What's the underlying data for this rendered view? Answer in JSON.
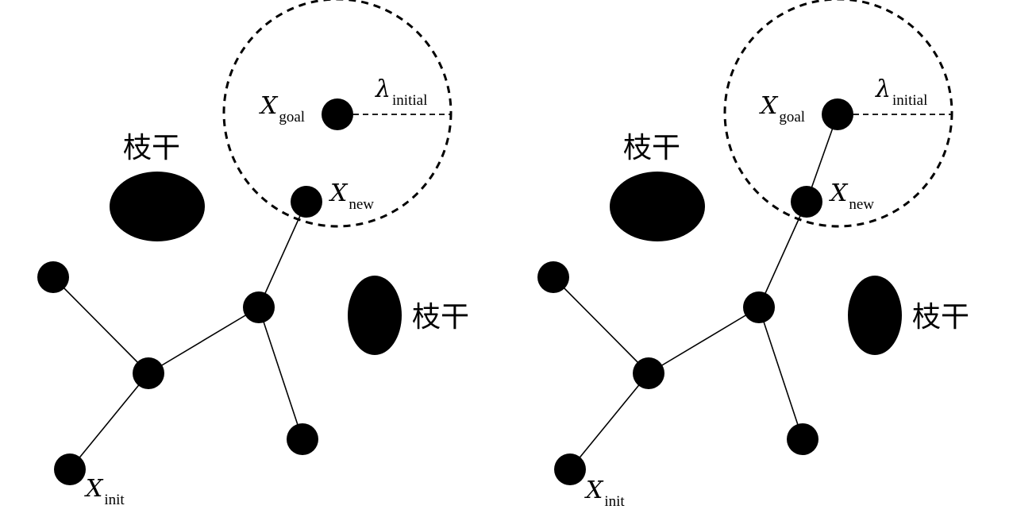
{
  "labels": {
    "x_letter": "X",
    "lambda_letter": "λ",
    "goal_sub": "goal",
    "new_sub": "new",
    "init_sub": "init",
    "initial_sub": "initial",
    "obstacle": "枝干"
  }
}
